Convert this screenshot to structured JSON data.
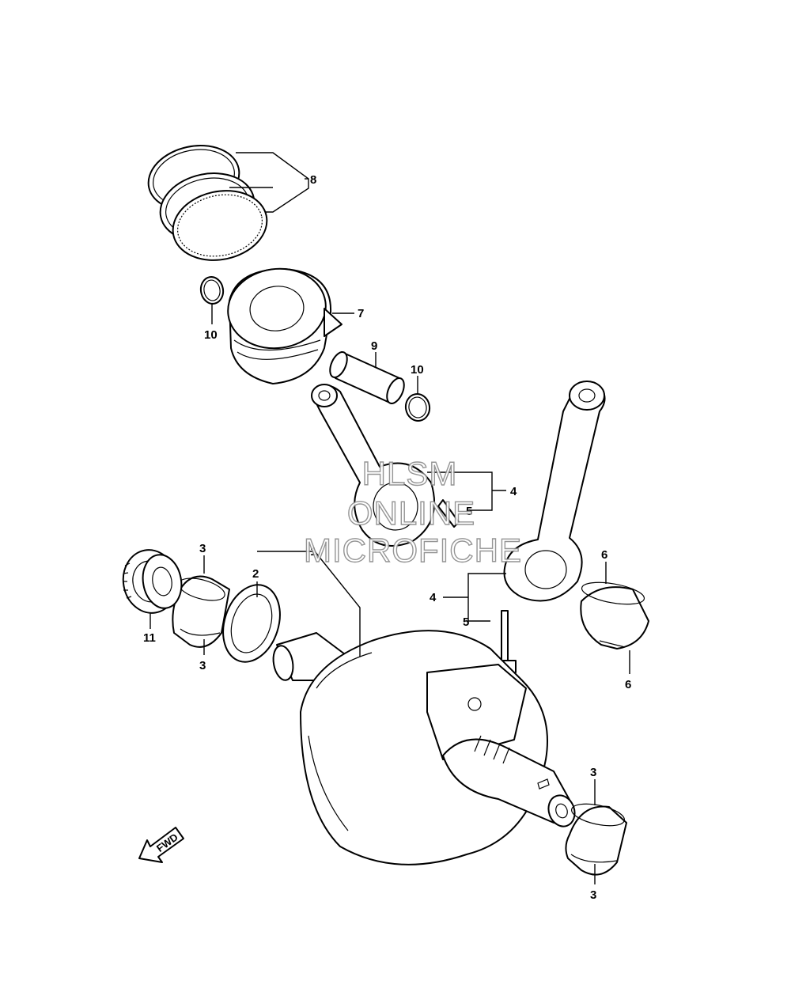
{
  "callouts": [
    {
      "id": "1",
      "label": "1"
    },
    {
      "id": "2",
      "label": "2"
    },
    {
      "id": "3a",
      "label": "3"
    },
    {
      "id": "3b",
      "label": "3"
    },
    {
      "id": "3c",
      "label": "3"
    },
    {
      "id": "3d",
      "label": "3"
    },
    {
      "id": "4a",
      "label": "4"
    },
    {
      "id": "4b",
      "label": "4"
    },
    {
      "id": "5a",
      "label": "5"
    },
    {
      "id": "5b",
      "label": "5"
    },
    {
      "id": "6a",
      "label": "6"
    },
    {
      "id": "6b",
      "label": "6"
    },
    {
      "id": "7",
      "label": "7"
    },
    {
      "id": "8",
      "label": "8"
    },
    {
      "id": "9",
      "label": "9"
    },
    {
      "id": "10a",
      "label": "10"
    },
    {
      "id": "10b",
      "label": "10"
    },
    {
      "id": "11",
      "label": "11"
    }
  ],
  "watermark": {
    "line1": "HLSM",
    "line2": "ONLINE",
    "line3": "MICROFICHE"
  },
  "direction_indicator": {
    "label": "FWD",
    "icon": "arrow-left-down-icon"
  }
}
